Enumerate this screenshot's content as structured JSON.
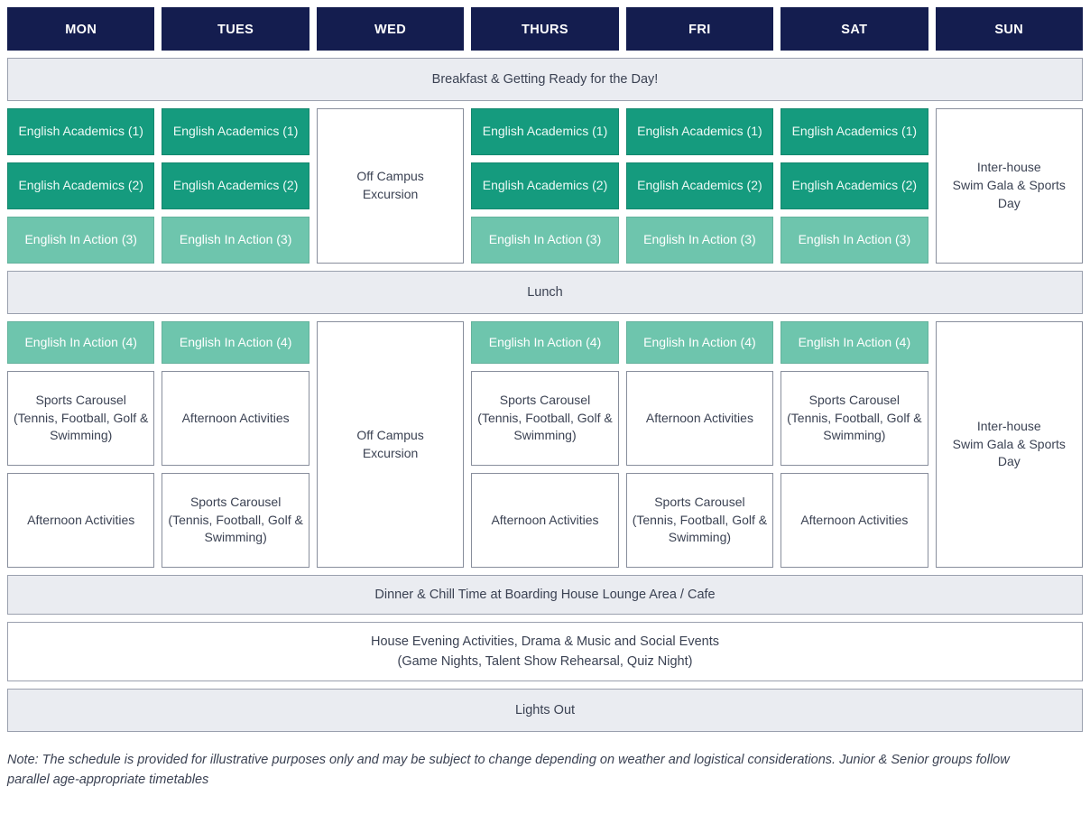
{
  "header": {
    "days": [
      "MON",
      "TUES",
      "WED",
      "THURS",
      "FRI",
      "SAT",
      "SUN"
    ]
  },
  "banners": {
    "breakfast": "Breakfast & Getting Ready for the Day!",
    "lunch": "Lunch",
    "dinner": "Dinner & Chill Time at Boarding House Lounge Area / Cafe",
    "evening_line1": "House Evening Activities, Drama & Music and Social Events",
    "evening_line2": "(Game Nights, Talent Show Rehearsal, Quiz Night)",
    "lights_out": "Lights Out"
  },
  "labels": {
    "academics1": "English Academics (1)",
    "academics2": "English Academics (2)",
    "inaction3": "English In Action (3)",
    "inaction4": "English In Action (4)",
    "off_campus": "Off Campus\nExcursion",
    "interhouse": "Inter-house\nSwim Gala & Sports Day",
    "sports_carousel": "Sports Carousel\n(Tennis, Football, Golf & Swimming)",
    "afternoon_activities": "Afternoon Activities"
  },
  "morning": [
    {
      "day": "MON",
      "type": "blocks",
      "blocks": [
        {
          "label": "English Academics (1)",
          "style": "academics"
        },
        {
          "label": "English Academics (2)",
          "style": "academics"
        },
        {
          "label": "English In Action (3)",
          "style": "inaction"
        }
      ]
    },
    {
      "day": "TUES",
      "type": "blocks",
      "blocks": [
        {
          "label": "English Academics (1)",
          "style": "academics"
        },
        {
          "label": "English Academics (2)",
          "style": "academics"
        },
        {
          "label": "English In Action (3)",
          "style": "inaction"
        }
      ]
    },
    {
      "day": "WED",
      "type": "full",
      "label": "Off Campus\nExcursion",
      "style": "plain"
    },
    {
      "day": "THURS",
      "type": "blocks",
      "blocks": [
        {
          "label": "English Academics (1)",
          "style": "academics"
        },
        {
          "label": "English Academics (2)",
          "style": "academics"
        },
        {
          "label": "English In Action (3)",
          "style": "inaction"
        }
      ]
    },
    {
      "day": "FRI",
      "type": "blocks",
      "blocks": [
        {
          "label": "English Academics (1)",
          "style": "academics"
        },
        {
          "label": "English Academics (2)",
          "style": "academics"
        },
        {
          "label": "English In Action (3)",
          "style": "inaction"
        }
      ]
    },
    {
      "day": "SAT",
      "type": "blocks",
      "blocks": [
        {
          "label": "English Academics (1)",
          "style": "academics"
        },
        {
          "label": "English Academics (2)",
          "style": "academics"
        },
        {
          "label": "English In Action (3)",
          "style": "inaction"
        }
      ]
    },
    {
      "day": "SUN",
      "type": "full",
      "label": "Inter-house\nSwim Gala & Sports Day",
      "style": "plain"
    }
  ],
  "afternoon": [
    {
      "day": "MON",
      "type": "blocks",
      "blocks": [
        {
          "label": "English In Action (4)",
          "style": "inaction",
          "slot": "a"
        },
        {
          "label": "Sports Carousel\n(Tennis, Football, Golf & Swimming)",
          "style": "plain",
          "slot": "b"
        },
        {
          "label": "Afternoon Activities",
          "style": "plain",
          "slot": "c"
        }
      ]
    },
    {
      "day": "TUES",
      "type": "blocks",
      "blocks": [
        {
          "label": "English In Action (4)",
          "style": "inaction",
          "slot": "a"
        },
        {
          "label": "Afternoon Activities",
          "style": "plain",
          "slot": "b"
        },
        {
          "label": "Sports Carousel\n(Tennis, Football, Golf & Swimming)",
          "style": "plain",
          "slot": "c"
        }
      ]
    },
    {
      "day": "WED",
      "type": "full",
      "label": "Off Campus\nExcursion",
      "style": "plain"
    },
    {
      "day": "THURS",
      "type": "blocks",
      "blocks": [
        {
          "label": "English In Action (4)",
          "style": "inaction",
          "slot": "a"
        },
        {
          "label": "Sports Carousel\n(Tennis, Football, Golf & Swimming)",
          "style": "plain",
          "slot": "b"
        },
        {
          "label": "Afternoon Activities",
          "style": "plain",
          "slot": "c"
        }
      ]
    },
    {
      "day": "FRI",
      "type": "blocks",
      "blocks": [
        {
          "label": "English In Action (4)",
          "style": "inaction",
          "slot": "a"
        },
        {
          "label": "Afternoon Activities",
          "style": "plain",
          "slot": "b"
        },
        {
          "label": "Sports Carousel\n(Tennis, Football, Golf & Swimming)",
          "style": "plain",
          "slot": "c"
        }
      ]
    },
    {
      "day": "SAT",
      "type": "blocks",
      "blocks": [
        {
          "label": "English In Action (4)",
          "style": "inaction",
          "slot": "a"
        },
        {
          "label": "Sports Carousel\n(Tennis, Football, Golf & Swimming)",
          "style": "plain",
          "slot": "b"
        },
        {
          "label": "Afternoon Activities",
          "style": "plain",
          "slot": "c"
        }
      ]
    },
    {
      "day": "SUN",
      "type": "full",
      "label": "Inter-house\nSwim Gala & Sports Day",
      "style": "plain"
    }
  ],
  "footnote": "Note: The schedule is provided for illustrative purposes only and may be subject to change depending on weather and logistical considerations. Junior & Senior groups follow parallel age-appropriate timetables",
  "colors": {
    "header_navy": "#141d4f",
    "academics_green": "#159b7e",
    "inaction_green": "#6ec5ad",
    "banner_grey": "#eaecf1",
    "text": "#3b4253",
    "border_grey": "#9aa0ae"
  }
}
